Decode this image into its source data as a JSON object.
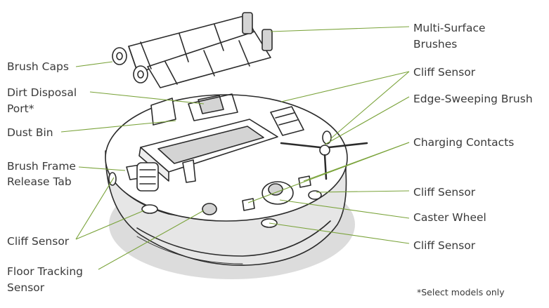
{
  "labels": {
    "brushes": [
      "Multi-Surface",
      "Brushes"
    ],
    "brush_caps": "Brush Caps",
    "dirt_disposal": [
      "Dirt Disposal",
      "Port*"
    ],
    "dust_bin": "Dust Bin",
    "brush_frame": [
      "Brush Frame",
      "Release Tab"
    ],
    "cliff_sensor_left": "Cliff Sensor",
    "floor_tracking": [
      "Floor Tracking",
      "Sensor"
    ],
    "cliff_sensor_top": "Cliff Sensor",
    "edge_sweeping": "Edge-Sweeping Brush",
    "charging_contacts": "Charging Contacts",
    "cliff_sensor_mid": "Cliff Sensor",
    "caster_wheel": "Caster Wheel",
    "cliff_sensor_bottom": "Cliff Sensor"
  },
  "footnote": "*Select models only",
  "colors": {
    "leader": "#7aa33a",
    "text": "#3a3a3a",
    "shadow": "#dcdcdc"
  }
}
